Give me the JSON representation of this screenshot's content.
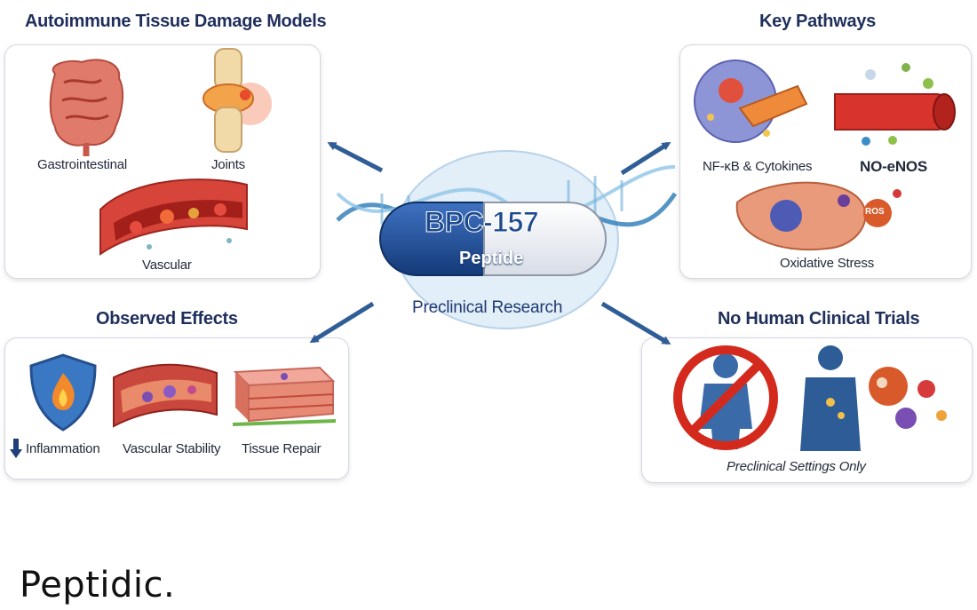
{
  "center": {
    "pill_title": "BPC-157",
    "pill_subtitle": "Peptide",
    "caption": "Preclinical Research"
  },
  "models": {
    "title": "Autoimmune Tissue Damage Models",
    "items": [
      "Gastrointestinal",
      "Joints",
      "Vascular"
    ]
  },
  "pathways": {
    "title": "Key Pathways",
    "items": [
      "NF-κB & Cytokines",
      "NO-eNOS",
      "Oxidative Stress"
    ],
    "ros_label": "ROS"
  },
  "effects": {
    "title": "Observed Effects",
    "items": [
      "Inflammation",
      "Vascular Stability",
      "Tissue Repair"
    ]
  },
  "trials": {
    "title": "No Human Clinical Trials",
    "caption": "Preclinical Settings Only"
  },
  "brand": "Peptidic.",
  "colors": {
    "heading": "#1f2f5c",
    "arrow": "#2f5d96",
    "pill_blue": "#1d4a8f",
    "prohibit_red": "#d42a1d"
  }
}
